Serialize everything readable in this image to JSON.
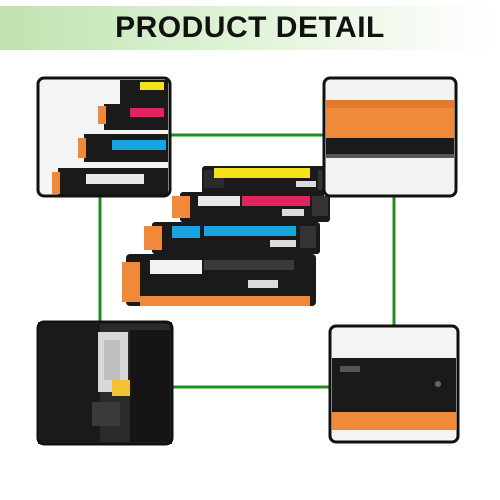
{
  "header": {
    "title": "PRODUCT DETAIL"
  },
  "colors": {
    "banner_accent": "#bfe3b0",
    "connector_green": "#1f8f1f",
    "toner_yellow": "#f4e21a",
    "toner_magenta": "#e0245e",
    "toner_cyan": "#19a3e0",
    "toner_black": "#222222",
    "cartridge_orange": "#f08a3a",
    "cartridge_body": "#1a1a1a"
  },
  "panels": [
    {
      "name": "top-left",
      "depicts": "cartridge-label-stack-closeup"
    },
    {
      "name": "top-right",
      "depicts": "orange-drum-cover-closeup"
    },
    {
      "name": "bottom-left",
      "depicts": "chip-contact-closeup"
    },
    {
      "name": "bottom-right",
      "depicts": "cartridge-side-closeup"
    }
  ]
}
